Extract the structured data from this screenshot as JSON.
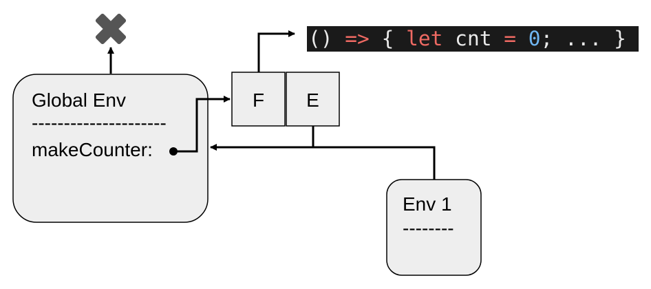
{
  "global_env": {
    "title": "Global Env",
    "divider": "---------------------",
    "binding": "makeCounter:"
  },
  "closure": {
    "f_label": "F",
    "e_label": "E"
  },
  "env1": {
    "title": "Env 1",
    "divider": "--------"
  },
  "code": {
    "tokens": [
      {
        "text": "() ",
        "kind": "plain"
      },
      {
        "text": "=>",
        "kind": "op"
      },
      {
        "text": " { ",
        "kind": "plain"
      },
      {
        "text": "let",
        "kind": "kw"
      },
      {
        "text": " cnt ",
        "kind": "plain"
      },
      {
        "text": "=",
        "kind": "op"
      },
      {
        "text": " ",
        "kind": "plain"
      },
      {
        "text": "0",
        "kind": "num"
      },
      {
        "text": "; ... }",
        "kind": "plain"
      }
    ]
  },
  "colors": {
    "box_fill": "#eeeeee",
    "stroke": "#000000",
    "cross": "#555555",
    "code_bg": "#1a1a1a"
  },
  "icons": {
    "parent_null": "cross-icon"
  }
}
